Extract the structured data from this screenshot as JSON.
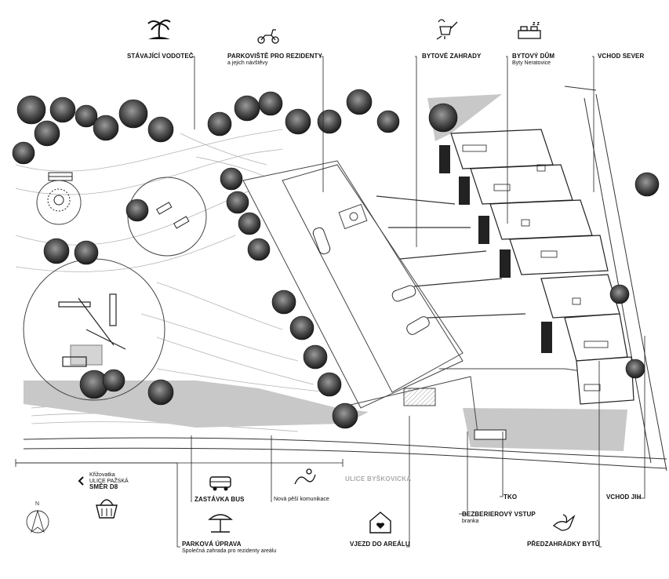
{
  "labels": {
    "vodotec": {
      "title": "STÁVAJÍCÍ VODOTEČ"
    },
    "parkoviste": {
      "title": "PARKOVIŠTĚ PRO REZIDENTY",
      "sub": "a jejich návštěvy"
    },
    "zahrady": {
      "title": "BYTOVÉ ZAHRADY"
    },
    "dum": {
      "title": "BYTOVÝ DŮM",
      "sub": "Byty Neratovice"
    },
    "sever": {
      "title": "VCHOD SEVER"
    },
    "krizovatka": {
      "line1": "Křižovatka",
      "line2": "ULICE PAŽSKÁ",
      "line3": "SMĚR D8"
    },
    "bus": {
      "title": "ZASTÁVKA BUS"
    },
    "pesi": {
      "title": "Nová pěší komunikace"
    },
    "ulice": {
      "title": "ULICE BYŠKOVICKÁ"
    },
    "vstup": {
      "title": "BEZBERIEROVÝ VSTUP",
      "sub": "branka"
    },
    "tko": {
      "title": "TKO"
    },
    "jih": {
      "title": "VCHOD JIH"
    },
    "uprava": {
      "title": "PARKOVÁ ÚPRAVA",
      "sub": "Společná zahrada pro rezidenty areálu"
    },
    "vjezd": {
      "title": "VJEZD DO AREÁLU"
    },
    "predzahradky": {
      "title": "PŘEDZAHRÁDKY BYTŮ"
    },
    "north": "N"
  },
  "icons": [
    "palm-island-icon",
    "scooter-icon",
    "watering-can-icon",
    "bed-icon",
    "bus-icon",
    "walking-path-icon",
    "picnic-basket-icon",
    "parasol-icon",
    "house-heart-icon",
    "dove-icon",
    "north-arrow-icon",
    "arrow-left-icon"
  ],
  "colors": {
    "ink": "#111111",
    "shade": "#c8c8c8",
    "line": "#444444",
    "street": "#aaaaaa"
  }
}
